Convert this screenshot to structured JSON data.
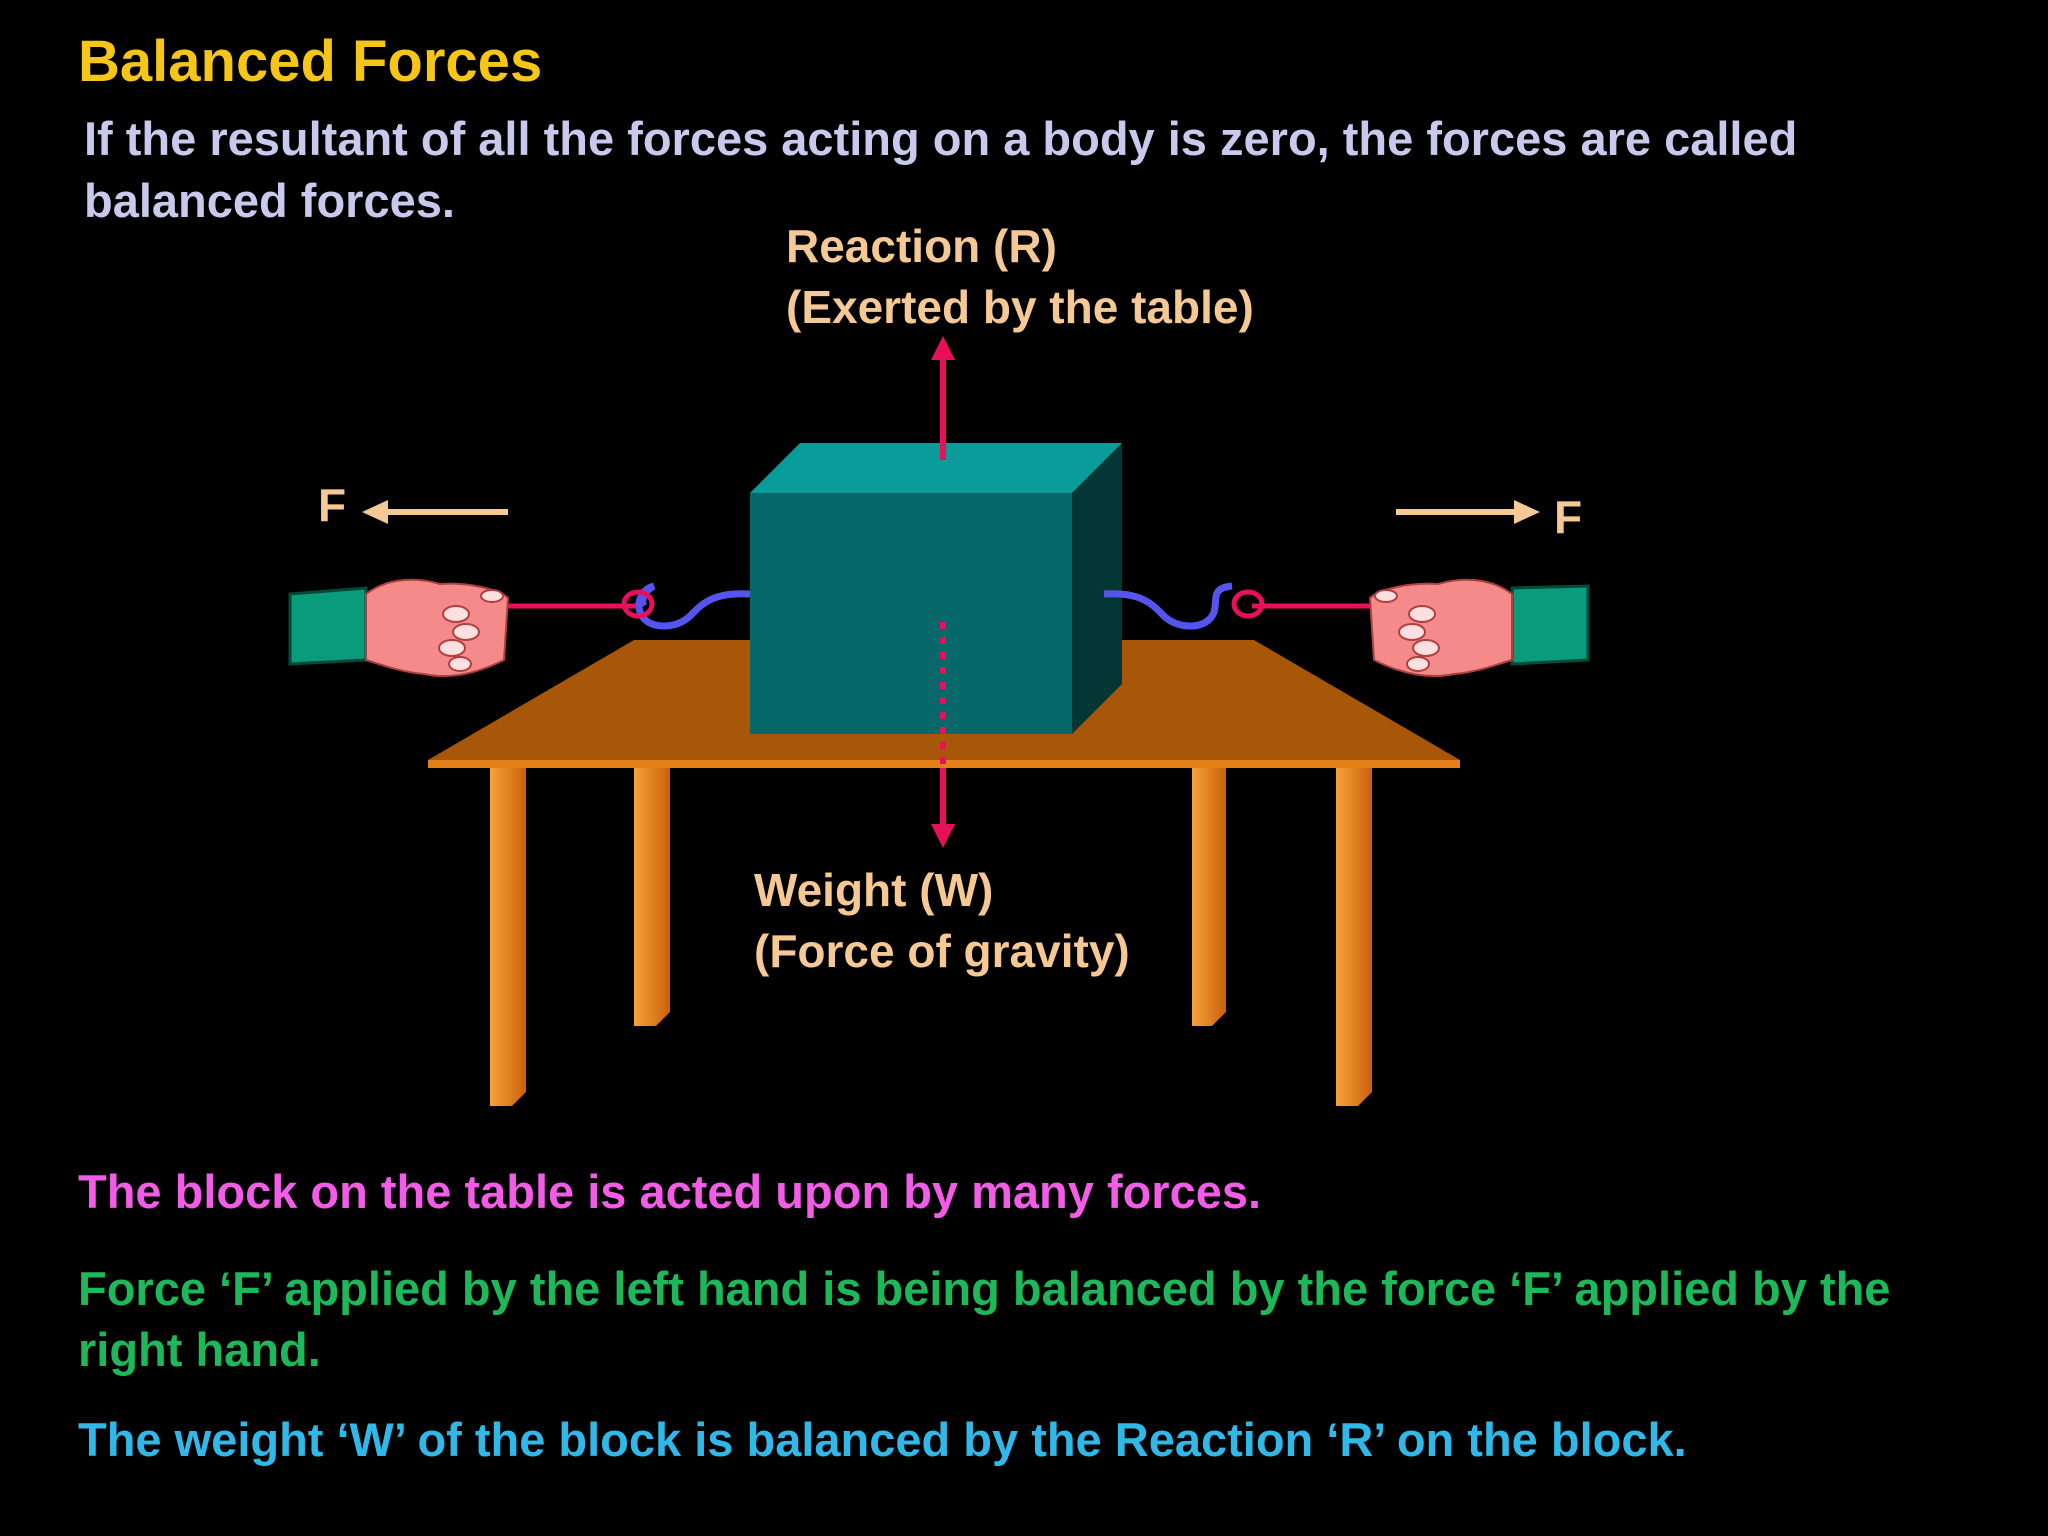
{
  "title": "Balanced Forces",
  "definition": "If the resultant of all the forces acting on a body is zero, the forces are called balanced forces.",
  "reaction_label_1": "Reaction (R)",
  "reaction_label_2": "(Exerted by the table)",
  "weight_label_1": "Weight (W)",
  "weight_label_2": "(Force of gravity)",
  "force_left": "F",
  "force_right": "F",
  "statements": [
    "The block on the table is acted upon by many forces.",
    "Force ‘F’ applied by the left hand is being balanced by the force ‘F’ applied by the right hand.",
    "The weight ‘W’ of the block is balanced by the Reaction ‘R’ on the block."
  ],
  "colors": {
    "title": "#f5c518",
    "definition": "#c9c9ee",
    "labels": "#f6c894",
    "statement_1": "#f25ce6",
    "statement_2": "#1db85a",
    "statement_3": "#2fb8e8",
    "arrow": "#e8105a",
    "block": "#0a6b6b",
    "table": "#b05a08",
    "legs": "#e57f1a"
  }
}
